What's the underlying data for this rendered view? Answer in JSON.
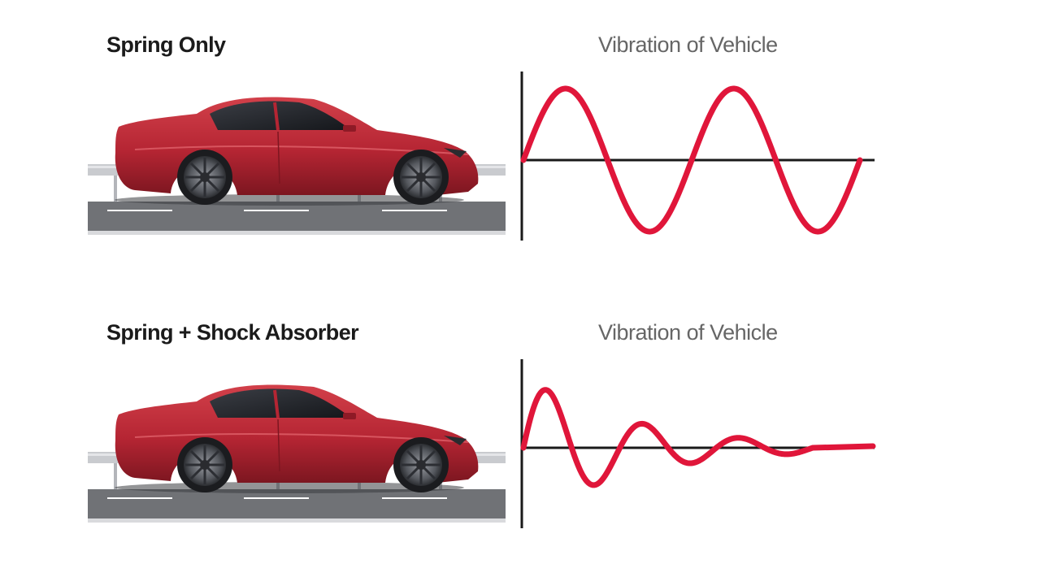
{
  "panels": [
    {
      "title": "Spring Only",
      "chart_title": "Vibration of Vehicle",
      "chart_data": {
        "type": "line",
        "title": "Vibration of Vehicle",
        "xlabel": "",
        "ylabel": "",
        "ylim": [
          -1,
          1
        ],
        "xlim": [
          0,
          4
        ],
        "grid": false,
        "series": [
          {
            "amplitude": 1.0,
            "damping": 0.0,
            "cycles": 2.0,
            "trailing_flat": false
          }
        ]
      }
    },
    {
      "title": "Spring  +  Shock Absorber",
      "chart_title": "Vibration of Vehicle",
      "chart_data": {
        "type": "line",
        "title": "Vibration of Vehicle",
        "xlabel": "",
        "ylabel": "",
        "ylim": [
          -1,
          1
        ],
        "xlim": [
          0,
          4
        ],
        "grid": false,
        "series": [
          {
            "amplitude": 1.0,
            "damping": 0.55,
            "cycles": 3.0,
            "trailing_flat": true
          }
        ]
      }
    }
  ],
  "colors": {
    "curve": "#e0163a",
    "axis": "#1a1a1a",
    "car_body": "#b52533",
    "road": "#707276"
  },
  "icons": [
    "red-sedan-icon",
    "road-icon",
    "guardrail-icon"
  ]
}
